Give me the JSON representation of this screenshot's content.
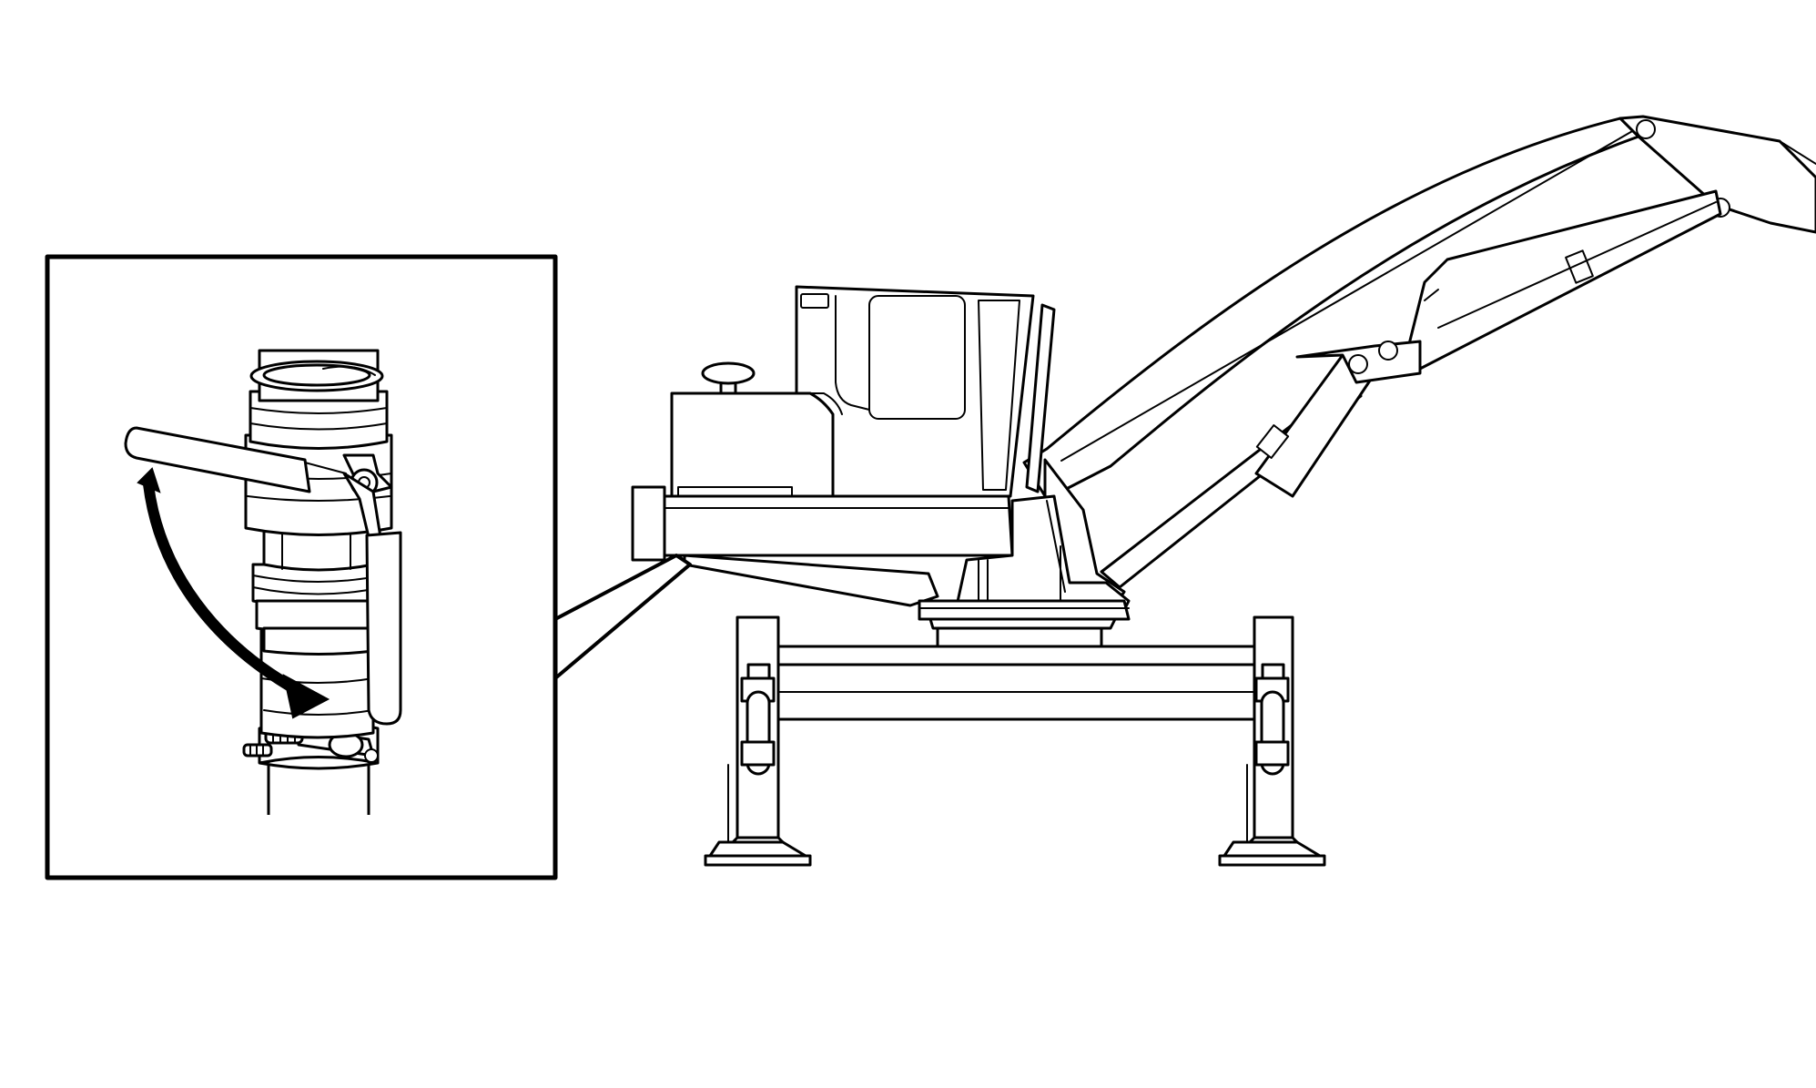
{
  "figure": {
    "ink_color": "#000000",
    "background_color": "#ffffff",
    "subject": "machine-on-outrigger-stand",
    "detail_callout": "fuel-drain-ball-valve",
    "valve_handle_state_shown": "open-to-closed-rotation"
  }
}
